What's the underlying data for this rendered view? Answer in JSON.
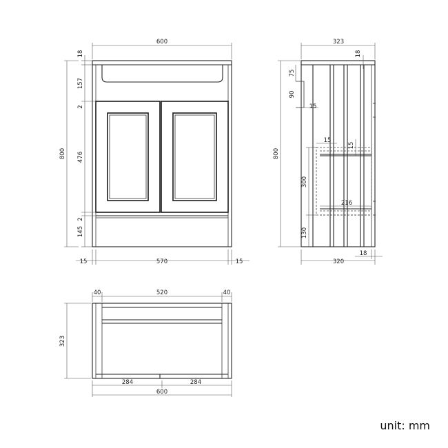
{
  "unit_label": "unit: mm",
  "front_view": {
    "width_total": "600",
    "top_thickness": "18",
    "top_rail": "157",
    "door_gap": "2",
    "door_height": "476",
    "bottom_gap": "2",
    "plinth": "145",
    "height_total": "800",
    "side_left": "15",
    "inner_width": "570",
    "side_right": "15"
  },
  "side_view": {
    "depth_top": "323",
    "top_thickness": "18",
    "height_total": "800",
    "dim_75": "75",
    "dim_90": "90",
    "dim_15_a": "15",
    "dim_15_b": "15",
    "dim_15_c": "15",
    "shelf_height": "300",
    "shelf_depth": "216",
    "shelf_base": "130",
    "depth_bottom": "320",
    "back_inset": "18"
  },
  "plan_view": {
    "left_40": "40",
    "inner_520": "520",
    "right_40": "40",
    "depth": "323",
    "half_left": "284",
    "half_right": "284",
    "width_total": "600"
  }
}
